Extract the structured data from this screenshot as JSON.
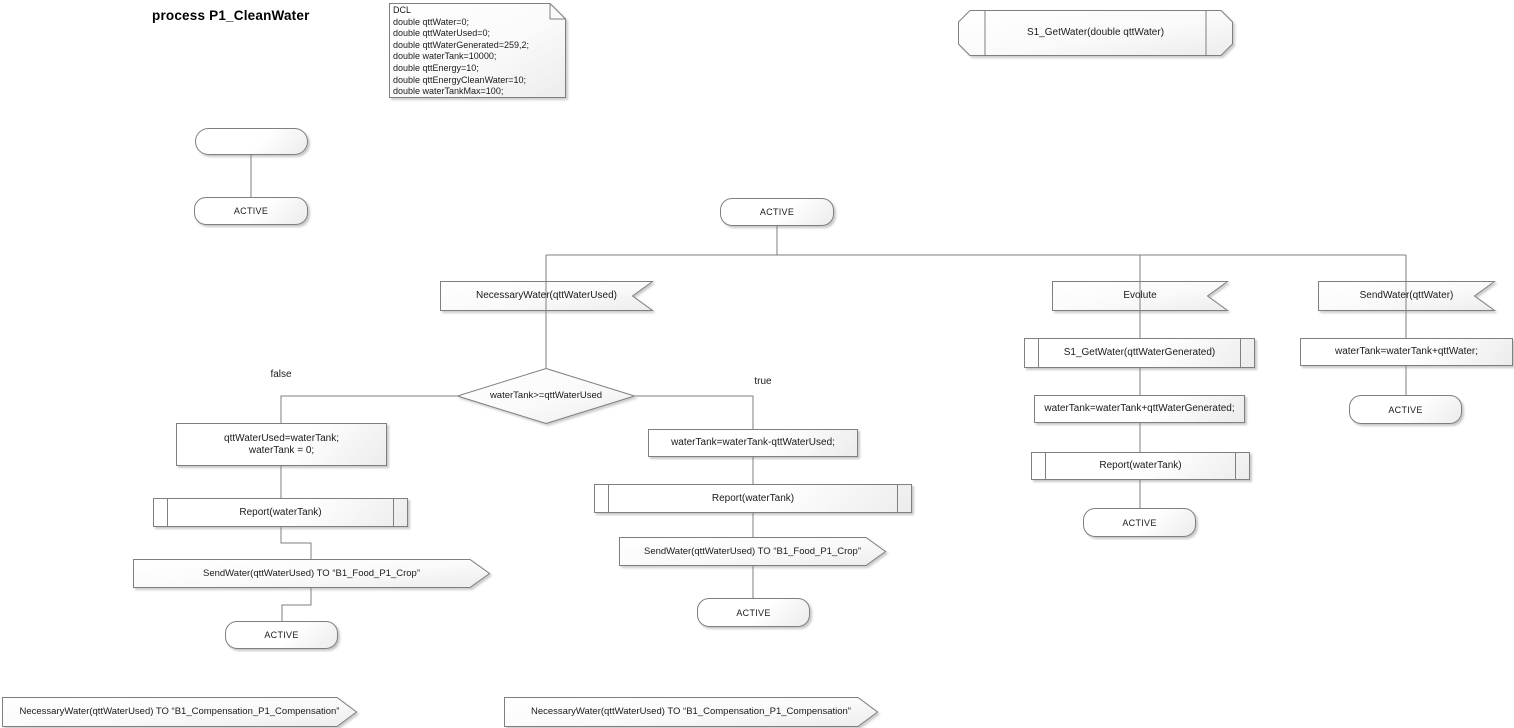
{
  "title": "process P1_CleanWater",
  "dcl_note": {
    "header": "DCL",
    "lines": [
      "double qttWater=0;",
      "double qttWaterUsed=0;",
      "double qttWaterGenerated=259,2;",
      "double waterTank=10000;",
      "double qttEnergy=10;",
      "double qttEnergyCleanWater=10;",
      "double waterTankMax=100;"
    ]
  },
  "colors": {
    "shape_border": "#7f7f7f",
    "connector": "#7f7f7f",
    "shape_fill_top": "#ffffff",
    "shape_fill_bottom": "#ececec",
    "text": "#1a1a1a"
  },
  "nodes": {
    "procedure_declaration": "S1_GetWater(double qttWater)",
    "start_state": "",
    "active_state": "ACTIVE",
    "receive_necessary_water": "NecessaryWater(qttWaterUsed)",
    "decision_water_tank": "waterTank>=qttWaterUsed",
    "branch_false": "false",
    "branch_true": "true",
    "task_false": "qttWaterUsed=waterTank;\nwaterTank = 0;",
    "task_true": "waterTank=waterTank-qttWaterUsed;",
    "procedure_report": "Report(waterTank)",
    "send_water_food": "SendWater(qttWaterUsed) TO “B1_Food_P1_Crop”",
    "receive_evolute": "Evolute",
    "procedure_s1_get_water": "S1_GetWater(qttWaterGenerated)",
    "task_evolute": "waterTank=waterTank+qttWaterGenerated;",
    "receive_send_water": "SendWater(qttWater)",
    "task_send_water": "waterTank=waterTank+qttWater;",
    "send_necessary_water_compensation": "NecessaryWater(qttWaterUsed) TO “B1_Compensation_P1_Compensation”"
  }
}
